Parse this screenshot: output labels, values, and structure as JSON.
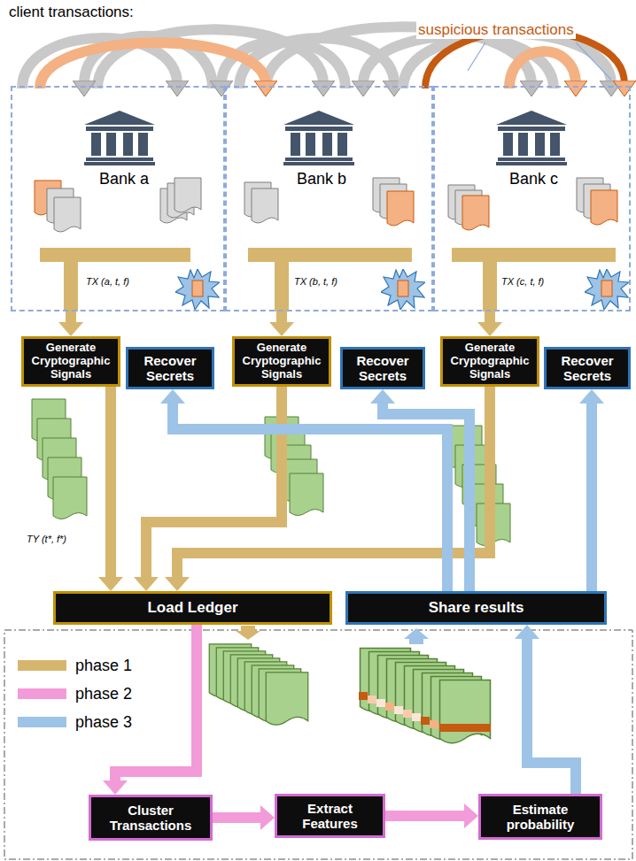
{
  "diagram": {
    "nodes": [
      {
        "text": [
          "Bank a"
        ]
      },
      {
        "text": [
          "Bank b"
        ]
      },
      {
        "text": [
          "Bank c"
        ]
      },
      {
        "text": [
          "Generate Cryptographic Signals"
        ]
      },
      {
        "text": [
          "Recover Secrets"
        ]
      },
      {
        "text": [
          "Generate Cryptographic Signals"
        ]
      },
      {
        "text": [
          "Recover Secrets"
        ]
      },
      {
        "text": [
          "Generate Cryptographic Signals"
        ]
      },
      {
        "text": [
          "Recover Secrets"
        ]
      },
      {
        "text": [
          "Load Ledger"
        ]
      },
      {
        "text": [
          "Share results"
        ]
      },
      {
        "text": [
          "Cluster Transactions"
        ]
      },
      {
        "text": [
          "Extract Features"
        ]
      },
      {
        "text": [
          "Estimate probability"
        ]
      }
    ],
    "edges": [
      {
        "from": 0,
        "to": 3,
        "arrow": "to"
      },
      {
        "from": 1,
        "to": 5,
        "arrow": "to"
      },
      {
        "from": 2,
        "to": 7,
        "arrow": "to"
      },
      {
        "from": 3,
        "to": 9,
        "arrow": "to"
      },
      {
        "from": 5,
        "to": 9,
        "arrow": "to"
      },
      {
        "from": 7,
        "to": 9,
        "arrow": "to"
      },
      {
        "from": 9,
        "to": 11,
        "arrow": "to"
      },
      {
        "from": 11,
        "to": 12,
        "arrow": "to"
      },
      {
        "from": 12,
        "to": 13,
        "arrow": "to"
      },
      {
        "from": 13,
        "to": 10,
        "arrow": "to"
      },
      {
        "from": 10,
        "to": 4,
        "arrow": "to"
      },
      {
        "from": 10,
        "to": 6,
        "arrow": "to"
      },
      {
        "from": 10,
        "to": 8,
        "arrow": "to"
      }
    ],
    "labels": [
      "client transactions:",
      "suspicious transactions",
      "TX (a, t, f)",
      "TX (b, t, f)",
      "TX (c, t, f)",
      "TY (t*, f*)"
    ],
    "legend": [
      {
        "text": "phase 1",
        "color": "#d6b66e"
      },
      {
        "text": "phase 2",
        "color": "#f29bd8"
      },
      {
        "text": "phase 3",
        "color": "#9dc3e6"
      }
    ]
  }
}
